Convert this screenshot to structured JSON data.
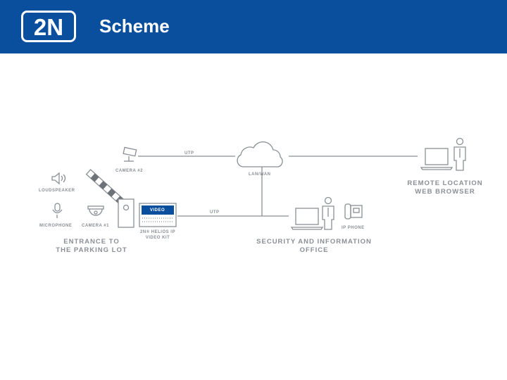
{
  "header": {
    "brand_text": "2N",
    "title": "Scheme",
    "background_color": "#0a4f9e"
  },
  "diagram": {
    "labels": {
      "camera2": "CAMERA #2",
      "loudspeaker": "LOUDSPEAKER",
      "microphone": "MICROPHONE",
      "camera1": "CAMERA #1",
      "entrance_line1": "ENTRANCE TO",
      "entrance_line2": "THE PARKING LOT",
      "helios_line1": "2N® HELIOS IP",
      "helios_line2": "VIDEO KIT",
      "helios_panel": "VIDEO",
      "lan_wan": "LAN/WAN",
      "link_top": "UTP",
      "link_bottom": "UTP",
      "remote_line1": "REMOTE LOCATION",
      "remote_line2": "WEB BROWSER",
      "security_line1": "SECURITY AND INFORMATION",
      "security_line2": "OFFICE",
      "ip_phone": "IP PHONE"
    },
    "icons": [
      "security-camera-icon",
      "loudspeaker-icon",
      "microphone-icon",
      "dome-camera-icon",
      "barrier-gate-icon",
      "intercom-icon",
      "cloud-icon",
      "laptop-icon",
      "person-icon",
      "ip-phone-icon"
    ],
    "colors": {
      "stroke": "#8a8f95",
      "stripe": "#6d7278",
      "helios_accent": "#0a4f9e"
    }
  }
}
